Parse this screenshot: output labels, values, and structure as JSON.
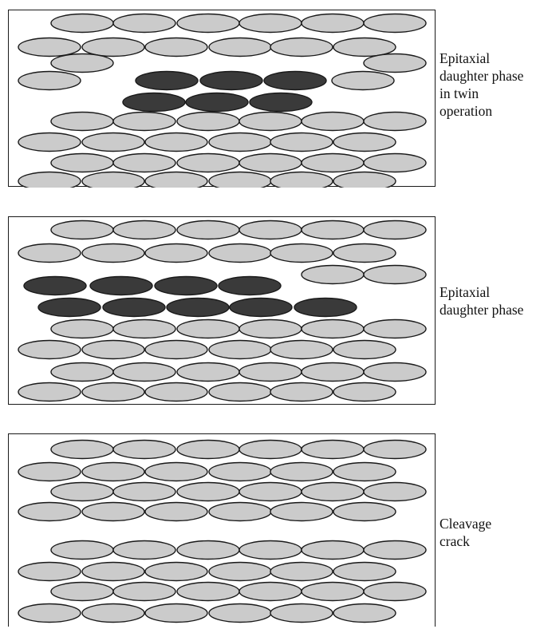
{
  "panels": [
    {
      "caption_lines": [
        "Epitaxial",
        "daughter phase",
        "in twin",
        "operation"
      ]
    },
    {
      "caption_lines": [
        "Epitaxial",
        "daughter phase"
      ]
    },
    {
      "caption_lines": [
        "Cleavage",
        "crack"
      ]
    }
  ],
  "colors": {
    "matrix_fill": "#cbcbcb",
    "daughter_fill": "#3a3a3a",
    "outline": "#1a1a1a"
  }
}
